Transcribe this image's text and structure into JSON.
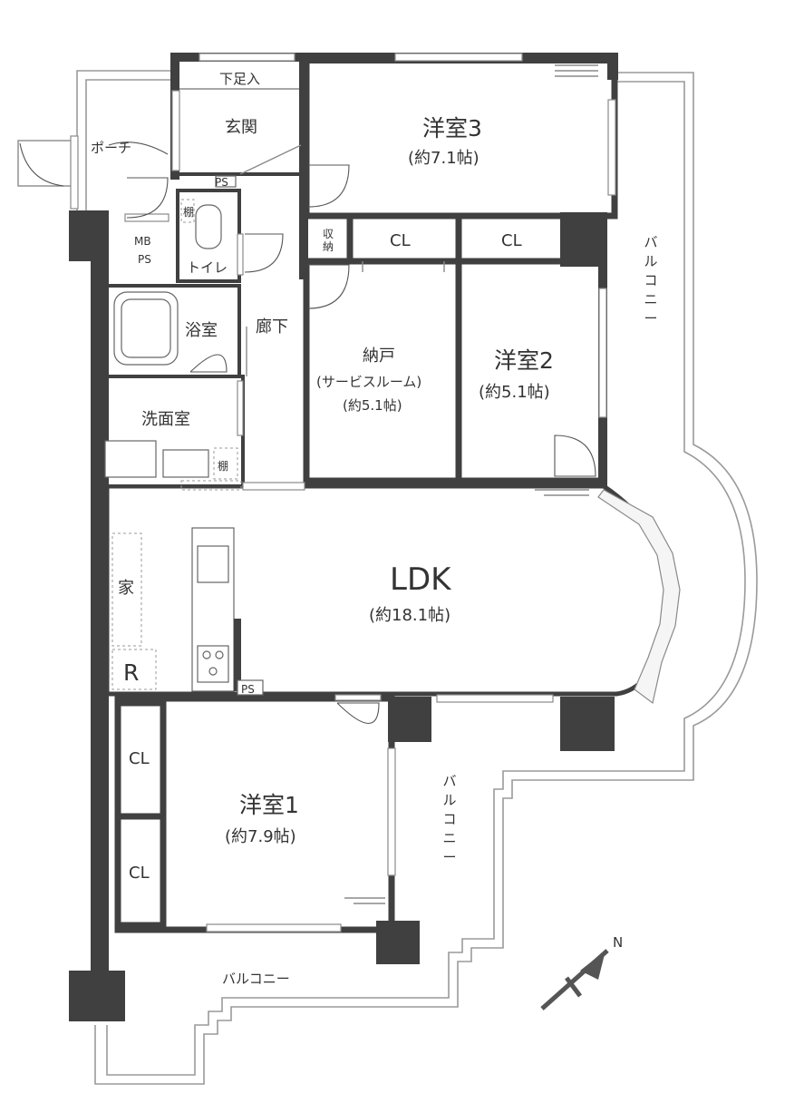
{
  "rooms": {
    "ldk": {
      "name": "LDK",
      "area": "(約18.1帖)"
    },
    "western3": {
      "name": "洋室3",
      "area": "(約7.1帖)"
    },
    "western2": {
      "name": "洋室2",
      "area": "(約5.1帖)"
    },
    "western1": {
      "name": "洋室1",
      "area": "(約7.9帖)"
    },
    "storage": {
      "name": "納戸",
      "note": "(サービスルーム)",
      "area": "(約5.1帖)"
    },
    "entrance": "玄関",
    "shoe_storage": "下足入",
    "porch": "ポーチ",
    "toilet": "トイレ",
    "bath": "浴室",
    "washroom": "洗面室",
    "hallway": "廊下",
    "closet": "CL",
    "storage_small": "収納",
    "pipe_space": "PS",
    "mb_line1": "MB",
    "mb_line2": "PS",
    "shelf": "棚",
    "appliance": "家",
    "fridge": "R",
    "balcony": "バルコニー"
  },
  "compass": {
    "north": "N"
  }
}
